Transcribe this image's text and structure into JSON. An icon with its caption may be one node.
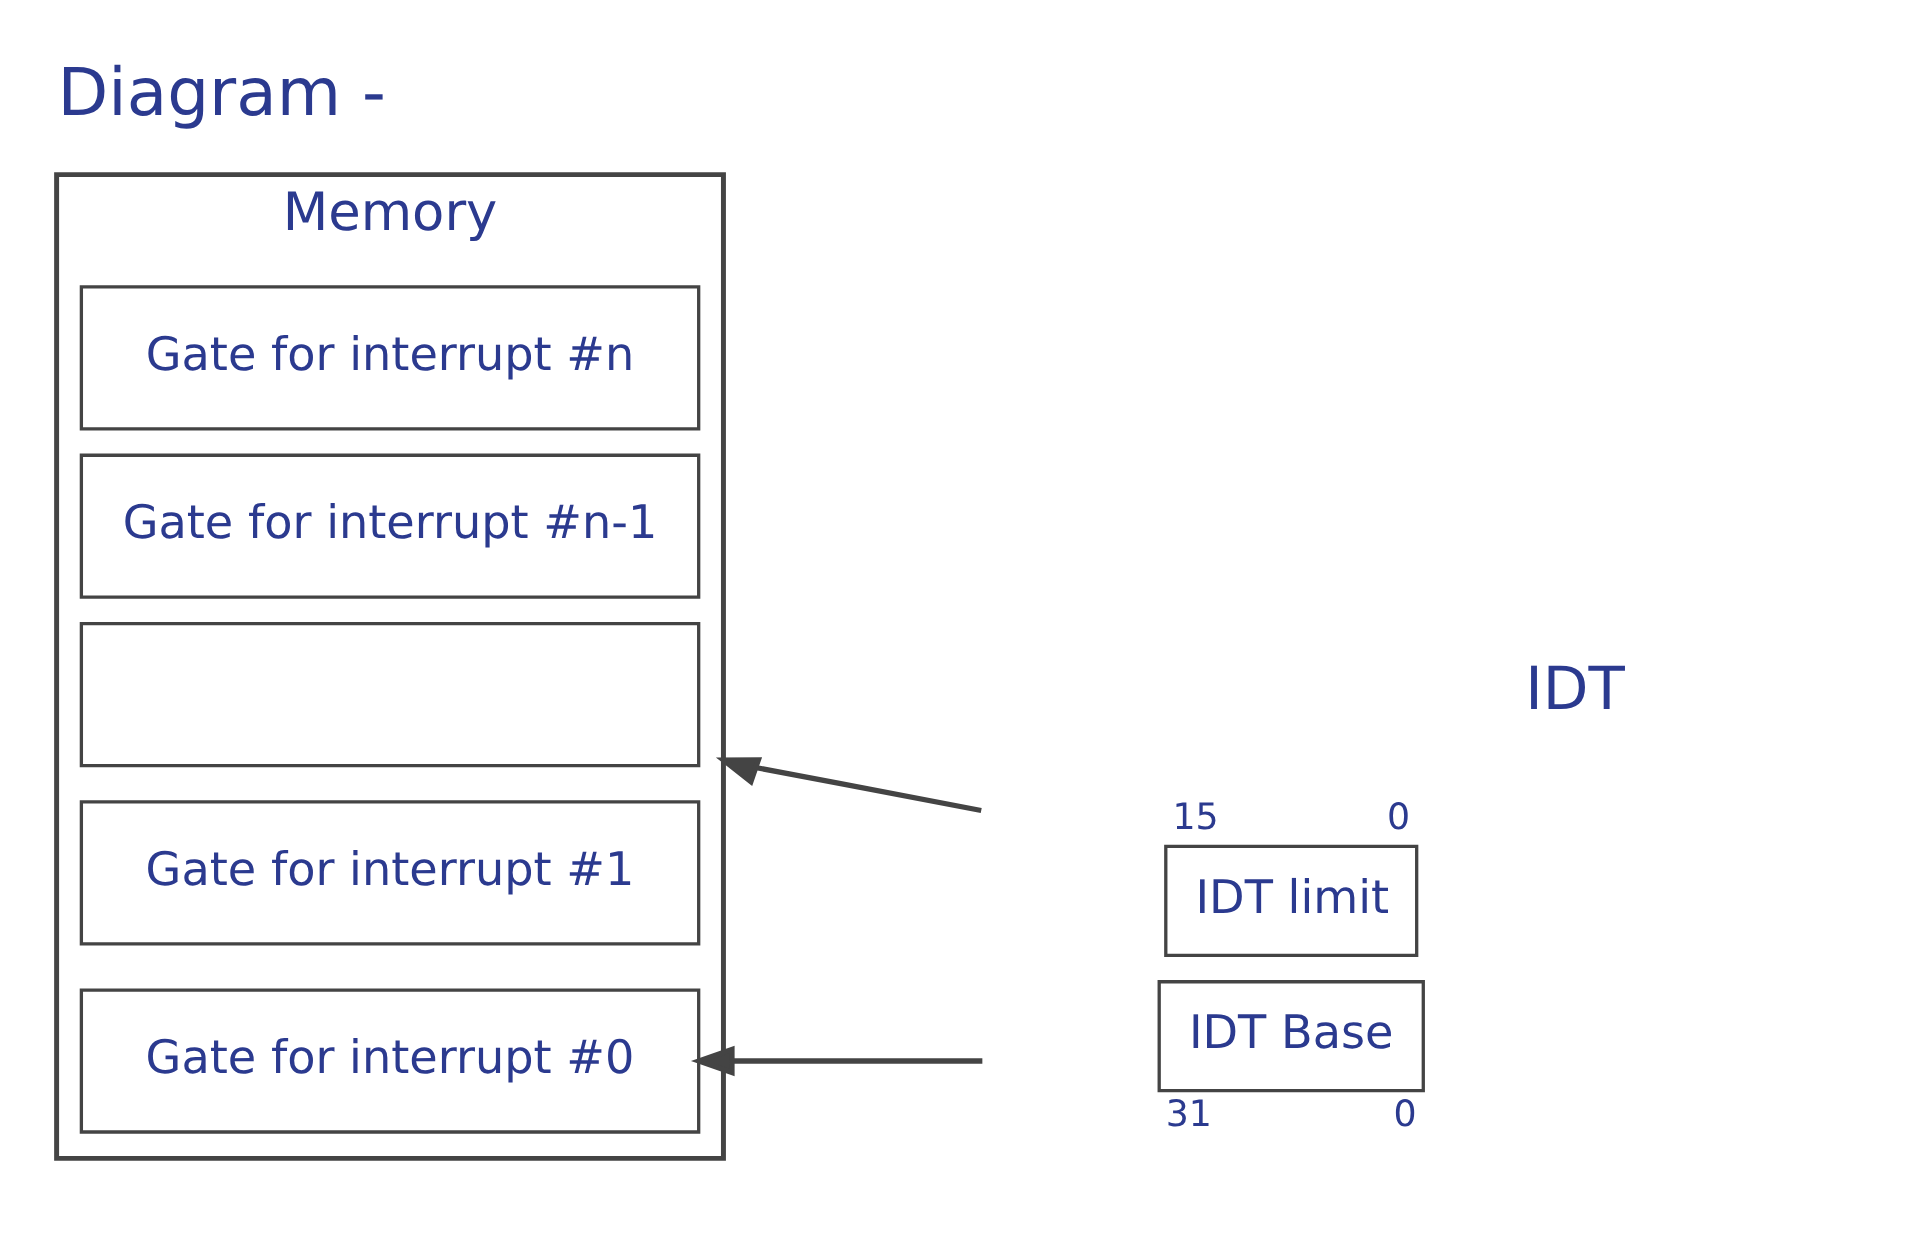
{
  "diagram": {
    "title": "Diagram -",
    "nodes": [
      {
        "text": [
          "Memory"
        ]
      },
      {
        "text": [
          "Gate for interrupt #n"
        ],
        "in": 0
      },
      {
        "text": [
          "Gate for interrupt #n-1"
        ],
        "in": 0
      },
      {
        "text": [],
        "shape": "box",
        "in": 0
      },
      {
        "text": [
          "Gate for interrupt #1"
        ],
        "in": 0
      },
      {
        "text": [
          "Gate for interrupt #0"
        ],
        "in": 0
      },
      {
        "text": [
          "IDT limit"
        ],
        "beside": [
          "15",
          "0"
        ]
      },
      {
        "text": [
          "IDT Base"
        ],
        "beside": [
          "31",
          "0"
        ]
      }
    ],
    "edges": [
      {
        "from": 6,
        "to": 0,
        "arrow": "to"
      },
      {
        "from": 7,
        "to": 5,
        "arrow": "to"
      }
    ],
    "labels": [
      "IDT"
    ]
  }
}
